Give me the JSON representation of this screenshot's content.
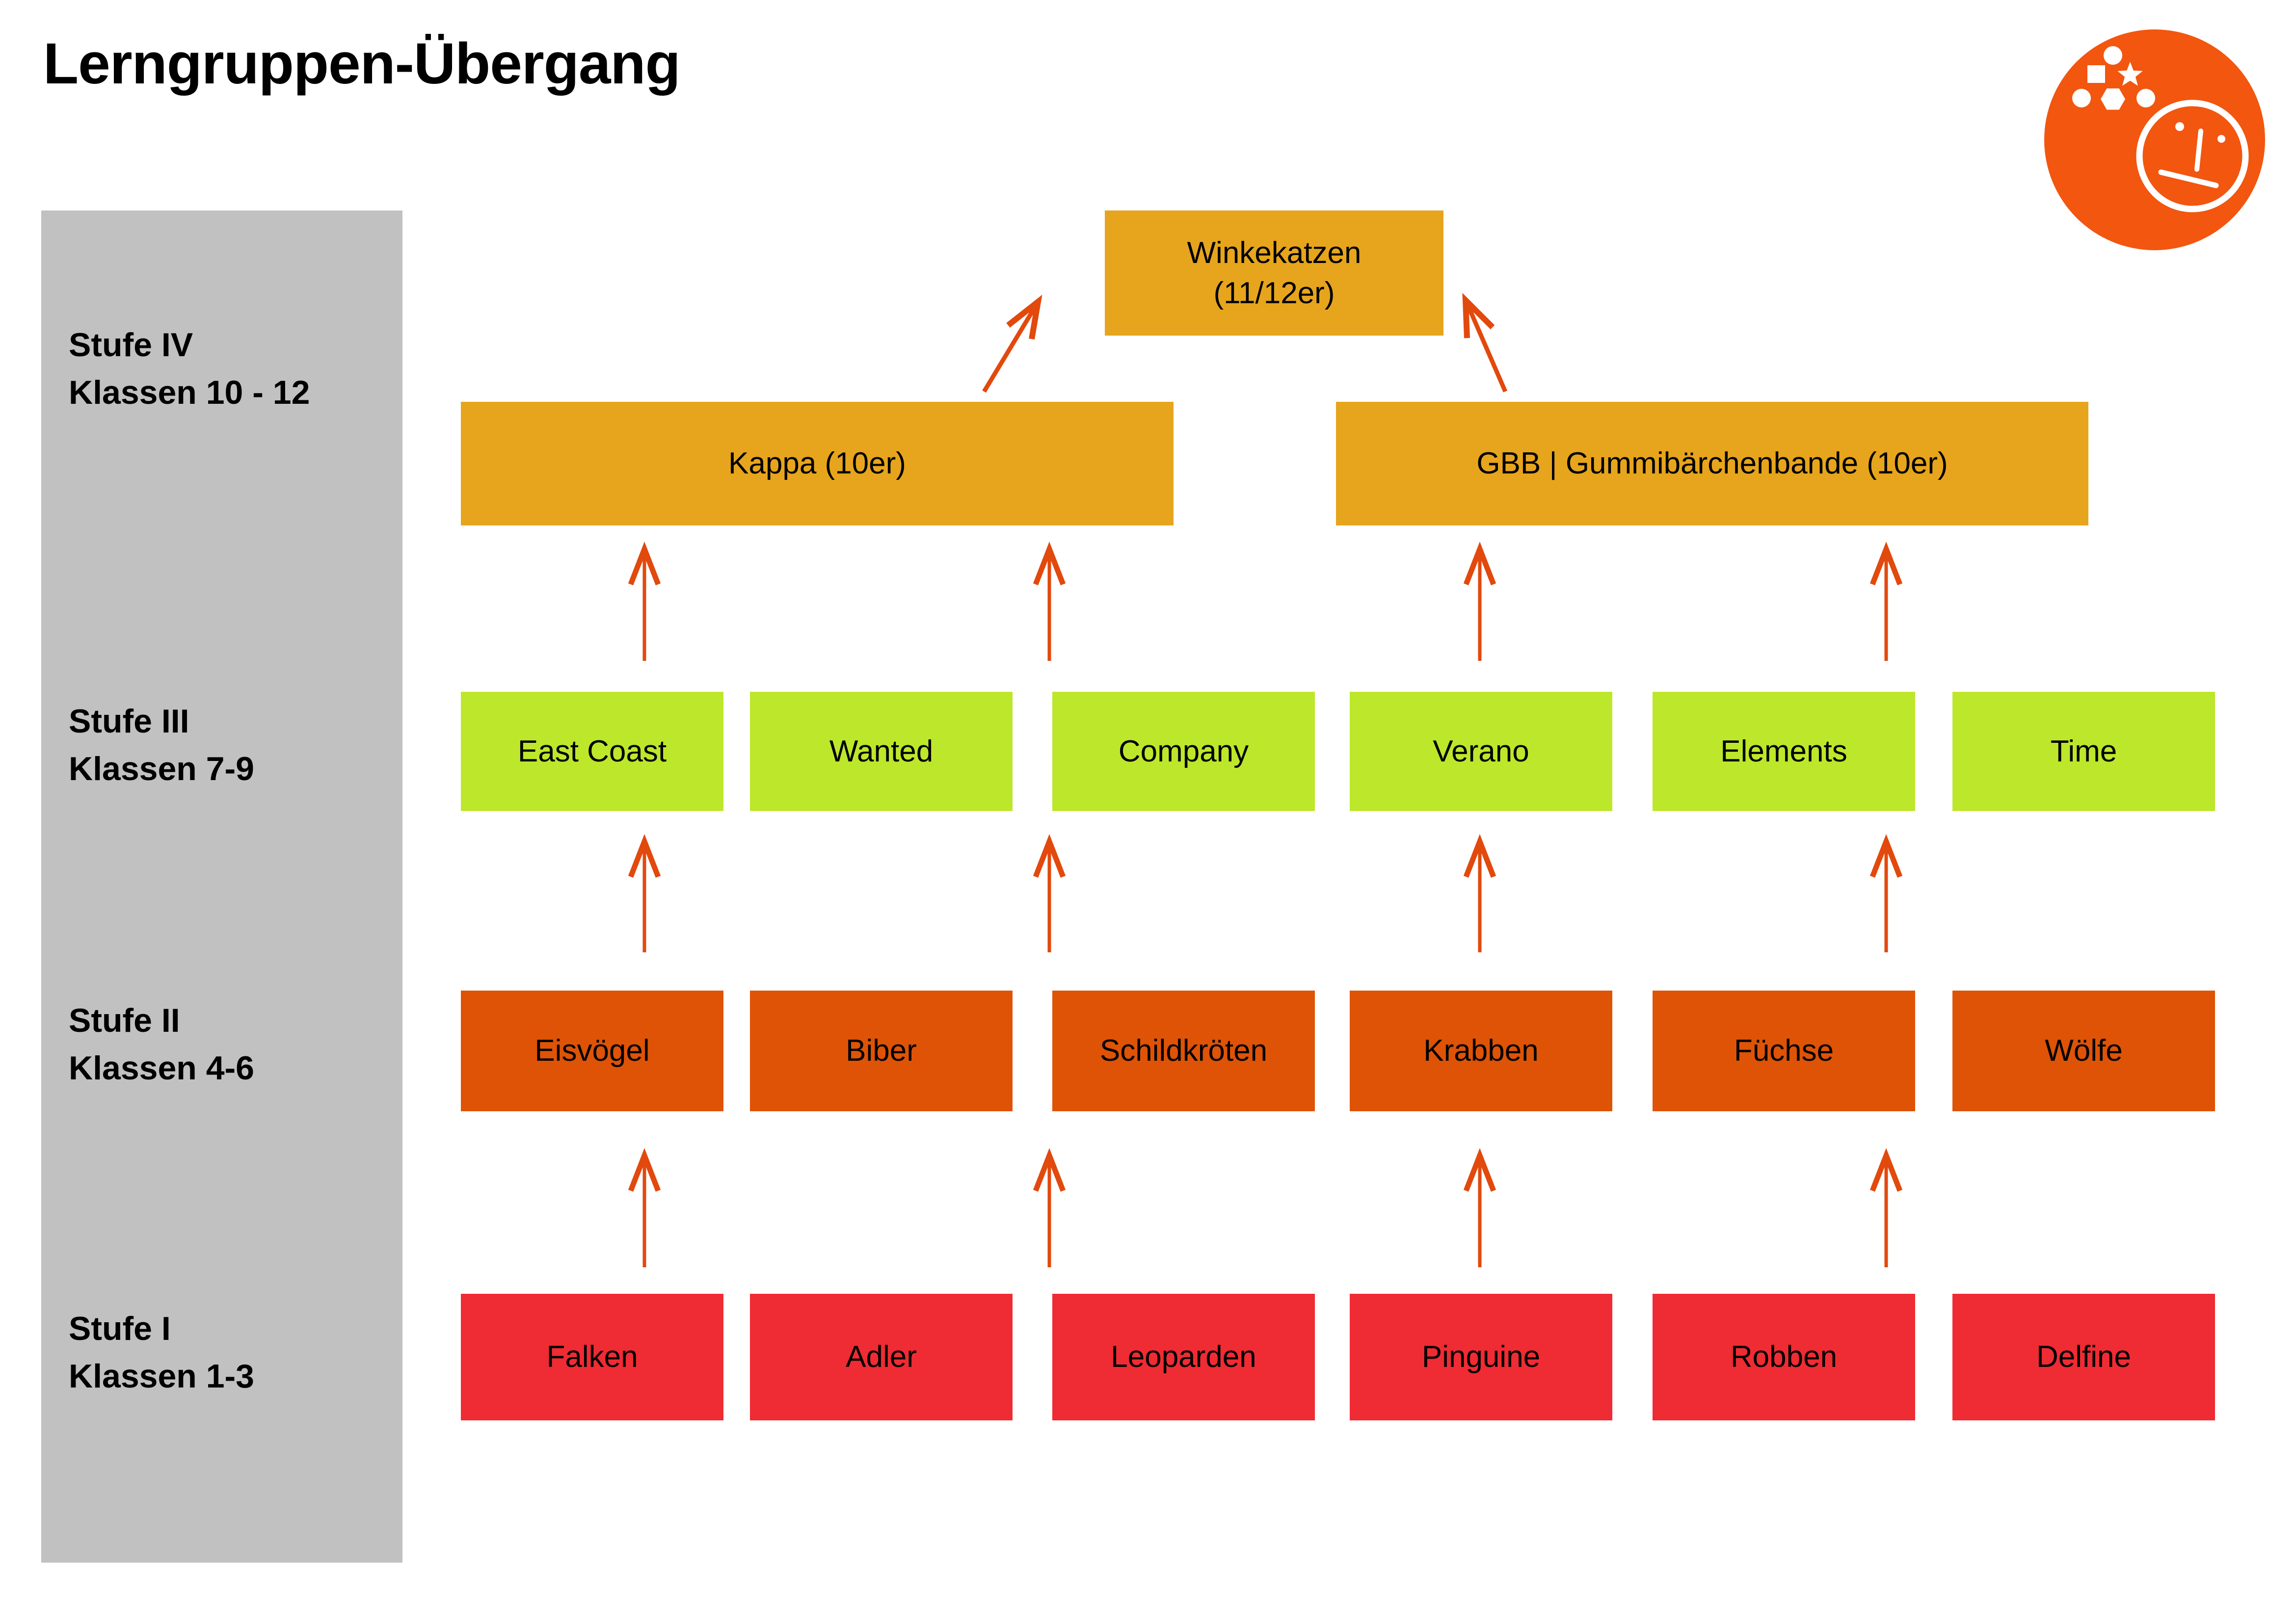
{
  "page": {
    "title": "Lerngruppen-Übergang"
  },
  "logo": {
    "name": "shapes-and-face-logo",
    "color": "#F2560F"
  },
  "sidebar": {
    "levels": [
      {
        "stufe": "Stufe IV",
        "klassen": "Klassen 10 - 12"
      },
      {
        "stufe": "Stufe III",
        "klassen": "Klassen 7-9"
      },
      {
        "stufe": "Stufe II",
        "klassen": "Klassen 4-6"
      },
      {
        "stufe": "Stufe I",
        "klassen": "Klassen 1-3"
      }
    ]
  },
  "levels": {
    "stufe4": {
      "final_box": {
        "line1": "Winkekatzen",
        "line2": "(11/12er)"
      },
      "boxes": [
        "Kappa (10er)",
        "GBB | Gummibärchenbande (10er)"
      ],
      "color": "#E6A51C"
    },
    "stufe3": {
      "boxes": [
        "East Coast",
        "Wanted",
        "Company",
        "Verano",
        "Elements",
        "Time"
      ],
      "color": "#BDE72B"
    },
    "stufe2": {
      "boxes": [
        "Eisvögel",
        "Biber",
        "Schildkröten",
        "Krabben",
        "Füchse",
        "Wölfe"
      ],
      "color": "#DE5306"
    },
    "stufe1": {
      "boxes": [
        "Falken",
        "Adler",
        "Leoparden",
        "Pinguine",
        "Robben",
        "Delfine"
      ],
      "color": "#EF2B33"
    }
  },
  "colors": {
    "arrow": "#E2490D",
    "sidebar_gray": "#C1C1C1",
    "gold": "#E6A51C",
    "green": "#BDE72B",
    "orange": "#DE5306",
    "red": "#EF2B33",
    "logo_orange": "#F2560F",
    "text": "#000000"
  }
}
